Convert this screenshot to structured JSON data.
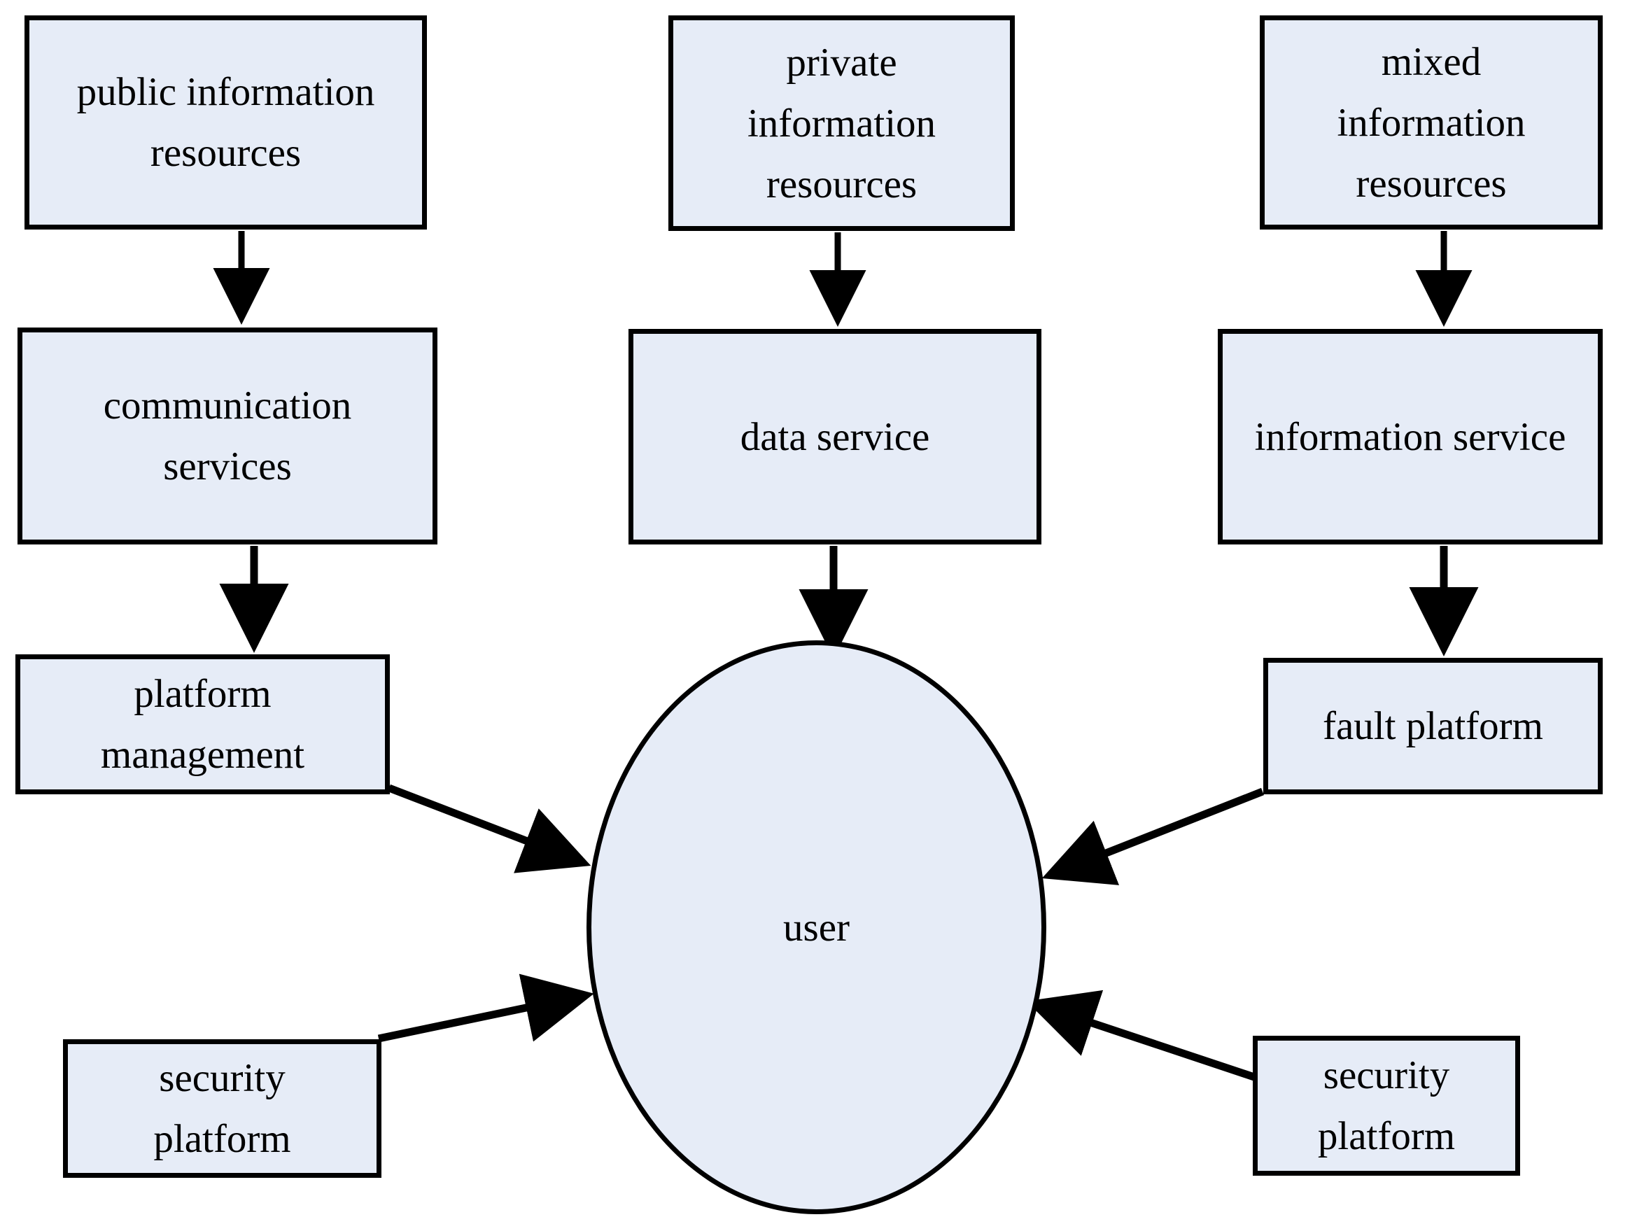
{
  "diagram": {
    "type": "flow-diagram",
    "fill_color": "#e6ecf7",
    "stroke_color": "#000000",
    "background_color": "#ffffff",
    "nodes": [
      {
        "id": "public-information-resources",
        "shape": "rectangle",
        "lines": [
          "public information",
          "resources"
        ]
      },
      {
        "id": "private-information-resources",
        "shape": "rectangle",
        "lines": [
          "private",
          "information",
          "resources"
        ]
      },
      {
        "id": "mixed-information-resources",
        "shape": "rectangle",
        "lines": [
          "mixed",
          "information",
          "resources"
        ]
      },
      {
        "id": "communication-services",
        "shape": "rectangle",
        "lines": [
          "communication",
          "services"
        ]
      },
      {
        "id": "data-service",
        "shape": "rectangle",
        "lines": [
          "data service"
        ]
      },
      {
        "id": "information-service",
        "shape": "rectangle",
        "lines": [
          "information service"
        ]
      },
      {
        "id": "platform-management",
        "shape": "rectangle",
        "lines": [
          "platform",
          "management"
        ]
      },
      {
        "id": "fault-platform",
        "shape": "rectangle",
        "lines": [
          "fault platform"
        ]
      },
      {
        "id": "user",
        "shape": "ellipse",
        "lines": [
          "user"
        ]
      },
      {
        "id": "security-platform-left",
        "shape": "rectangle",
        "lines": [
          "security",
          "platform"
        ]
      },
      {
        "id": "security-platform-right",
        "shape": "rectangle",
        "lines": [
          "security",
          "platform"
        ]
      }
    ],
    "edges": [
      {
        "from": "public-information-resources",
        "to": "communication-services",
        "style": "arrow-down"
      },
      {
        "from": "private-information-resources",
        "to": "data-service",
        "style": "arrow-down"
      },
      {
        "from": "mixed-information-resources",
        "to": "information-service",
        "style": "arrow-down"
      },
      {
        "from": "communication-services",
        "to": "platform-management",
        "style": "arrow-down"
      },
      {
        "from": "data-service",
        "to": "user",
        "style": "arrow-down"
      },
      {
        "from": "information-service",
        "to": "fault-platform",
        "style": "arrow-down"
      },
      {
        "from": "platform-management",
        "to": "user",
        "style": "arrow-diagonal"
      },
      {
        "from": "fault-platform",
        "to": "user",
        "style": "arrow-diagonal"
      },
      {
        "from": "security-platform-left",
        "to": "user",
        "style": "arrow-diagonal"
      },
      {
        "from": "security-platform-right",
        "to": "user",
        "style": "arrow-diagonal"
      }
    ]
  },
  "labels": {
    "public_information_resources": {
      "l1": "public information",
      "l2": "resources"
    },
    "private_information_resources": {
      "l1": "private",
      "l2": "information",
      "l3": "resources"
    },
    "mixed_information_resources": {
      "l1": "mixed",
      "l2": "information",
      "l3": "resources"
    },
    "communication_services": {
      "l1": "communication",
      "l2": "services"
    },
    "data_service": {
      "l1": "data service"
    },
    "information_service": {
      "l1": "information service"
    },
    "platform_management": {
      "l1": "platform",
      "l2": "management"
    },
    "fault_platform": {
      "l1": "fault platform"
    },
    "user": {
      "l1": "user"
    },
    "security_platform_left": {
      "l1": "security",
      "l2": "platform"
    },
    "security_platform_right": {
      "l1": "security",
      "l2": "platform"
    }
  }
}
